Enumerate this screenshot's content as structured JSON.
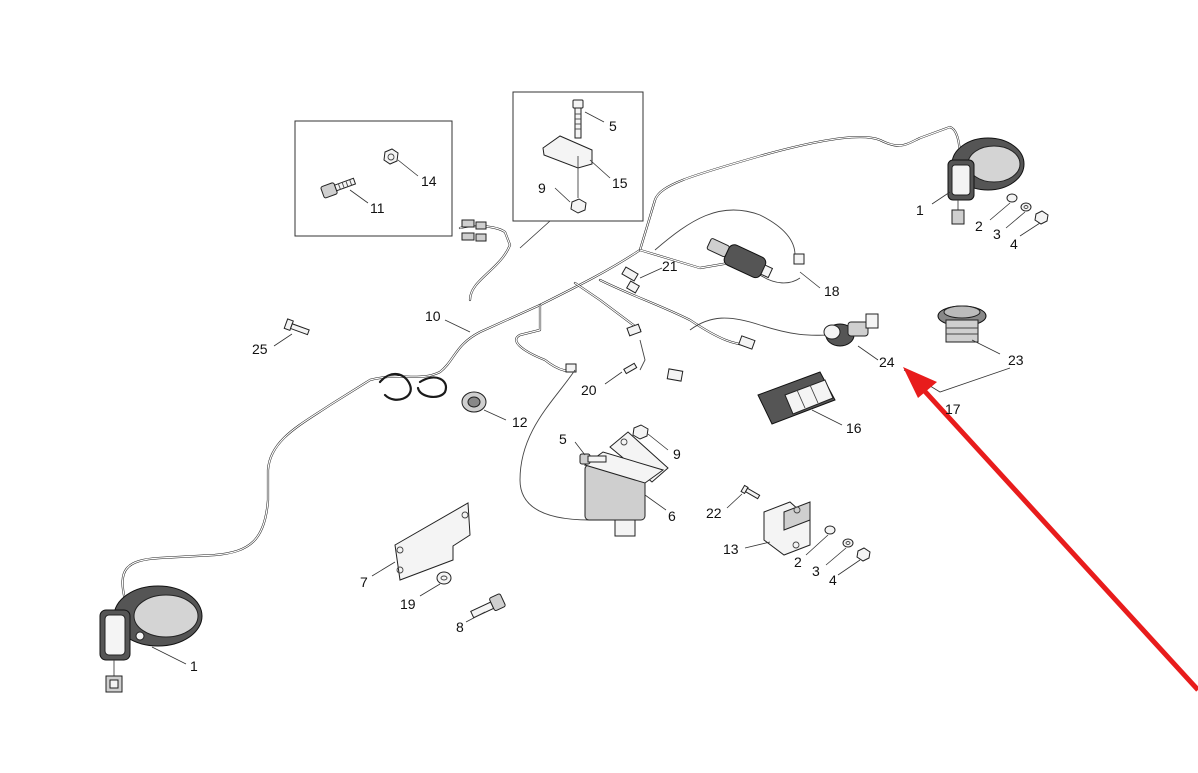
{
  "diagram": {
    "callouts": [
      {
        "id": "c-1-left",
        "text": "1"
      },
      {
        "id": "c-1-right",
        "text": "1"
      },
      {
        "id": "c-2-right",
        "text": "2"
      },
      {
        "id": "c-3-right",
        "text": "3"
      },
      {
        "id": "c-4-right",
        "text": "4"
      },
      {
        "id": "c-5-top",
        "text": "5"
      },
      {
        "id": "c-15",
        "text": "15"
      },
      {
        "id": "c-9-top",
        "text": "9"
      },
      {
        "id": "c-14",
        "text": "14"
      },
      {
        "id": "c-11",
        "text": "11"
      },
      {
        "id": "c-21",
        "text": "21"
      },
      {
        "id": "c-18",
        "text": "18"
      },
      {
        "id": "c-10",
        "text": "10"
      },
      {
        "id": "c-25",
        "text": "25"
      },
      {
        "id": "c-24",
        "text": "24"
      },
      {
        "id": "c-23",
        "text": "23"
      },
      {
        "id": "c-17",
        "text": "17"
      },
      {
        "id": "c-20",
        "text": "20"
      },
      {
        "id": "c-12",
        "text": "12"
      },
      {
        "id": "c-16",
        "text": "16"
      },
      {
        "id": "c-5-mid",
        "text": "5"
      },
      {
        "id": "c-9-mid",
        "text": "9"
      },
      {
        "id": "c-6",
        "text": "6"
      },
      {
        "id": "c-22",
        "text": "22"
      },
      {
        "id": "c-13",
        "text": "13"
      },
      {
        "id": "c-2-mid",
        "text": "2"
      },
      {
        "id": "c-3-mid",
        "text": "3"
      },
      {
        "id": "c-4-mid",
        "text": "4"
      },
      {
        "id": "c-7",
        "text": "7"
      },
      {
        "id": "c-19",
        "text": "19"
      },
      {
        "id": "c-8",
        "text": "8"
      }
    ],
    "arrow_color": "#e81c1c"
  }
}
